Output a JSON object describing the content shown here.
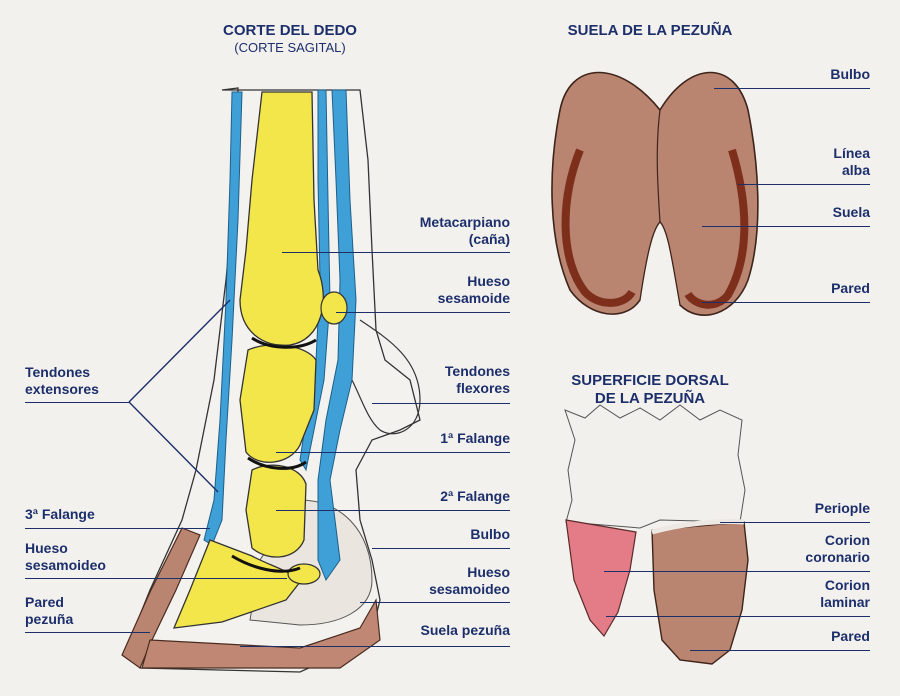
{
  "colors": {
    "label": "#1c2f6b",
    "bone": "#f2e64a",
    "tendon": "#3fa0d8",
    "hoof": "#b98470",
    "hoof_dark": "#9a5a44",
    "coronary": "#e37c87",
    "paper": "#f3f1ee"
  },
  "section_cut": {
    "title": "CORTE DEL DEDO",
    "subtitle": "(CORTE SAGITAL)",
    "labels_right": [
      {
        "line1": "Metacarpiano",
        "line2": "(caña)"
      },
      {
        "line1": "Hueso",
        "line2": "sesamoide"
      },
      {
        "line1": "Tendones",
        "line2": "flexores"
      },
      {
        "line1": "1ª Falange",
        "line2": ""
      },
      {
        "line1": "2ª Falange",
        "line2": ""
      },
      {
        "line1": "Bulbo",
        "line2": ""
      },
      {
        "line1": "Hueso",
        "line2": "sesamoideo"
      },
      {
        "line1": "Suela pezuña",
        "line2": ""
      }
    ],
    "labels_left": [
      {
        "line1": "Tendones",
        "line2": "extensores"
      },
      {
        "line1": "3ª Falange",
        "line2": ""
      },
      {
        "line1": "Hueso",
        "line2": "sesamoideo"
      },
      {
        "line1": "Pared",
        "line2": "pezuña"
      }
    ]
  },
  "sole": {
    "title": "SUELA DE LA PEZUÑA",
    "labels": [
      {
        "line1": "Bulbo",
        "line2": ""
      },
      {
        "line1": "Línea",
        "line2": "alba"
      },
      {
        "line1": "Suela",
        "line2": ""
      },
      {
        "line1": "Pared",
        "line2": ""
      }
    ]
  },
  "dorsal": {
    "title_line1": "SUPERFICIE DORSAL",
    "title_line2": "DE LA PEZUÑA",
    "labels": [
      {
        "line1": "Periople",
        "line2": ""
      },
      {
        "line1": "Corion",
        "line2": "coronario"
      },
      {
        "line1": "Corion",
        "line2": "laminar"
      },
      {
        "line1": "Pared",
        "line2": ""
      }
    ]
  }
}
